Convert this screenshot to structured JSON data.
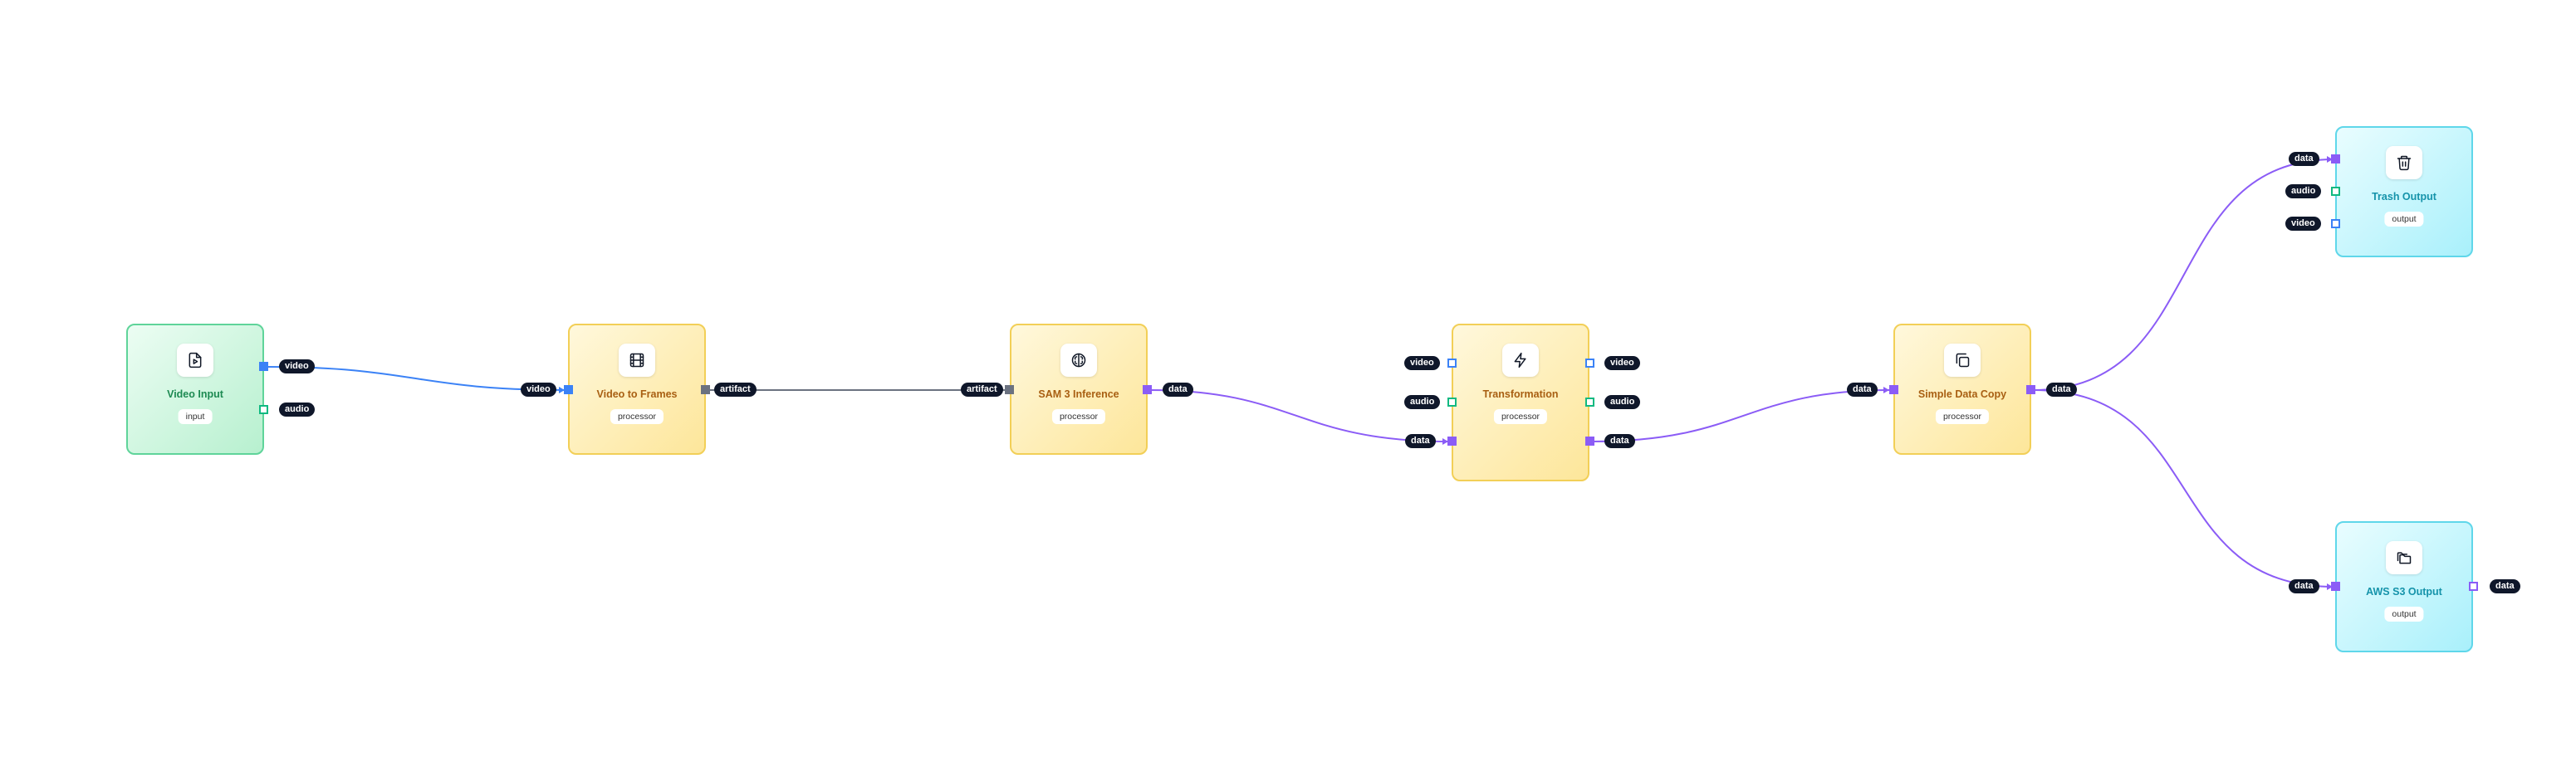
{
  "colors": {
    "video": "#3b82f6",
    "audio": "#10b981",
    "data": "#8b5cf6",
    "artifact": "#6b7280",
    "input_accent": "#5fd49a",
    "processor_accent": "#f2cf57",
    "output_accent": "#5fd7ea"
  },
  "nodes": {
    "video_input": {
      "title": "Video Input",
      "badge": "input",
      "icon": "file-video-icon",
      "ports": {
        "video": "video",
        "audio": "audio"
      }
    },
    "video_to_frames": {
      "title": "Video to Frames",
      "badge": "processor",
      "icon": "film-icon",
      "ports": {
        "video": "video",
        "artifact": "artifact"
      }
    },
    "sam3": {
      "title": "SAM 3 Inference",
      "badge": "processor",
      "icon": "brain-icon",
      "ports": {
        "artifact": "artifact",
        "data": "data"
      }
    },
    "transformation": {
      "title": "Transformation",
      "badge": "processor",
      "icon": "lightning-icon",
      "ports": {
        "in_video": "video",
        "in_audio": "audio",
        "in_data": "data",
        "out_video": "video",
        "out_audio": "audio",
        "out_data": "data"
      }
    },
    "simple_copy": {
      "title": "Simple Data Copy",
      "badge": "processor",
      "icon": "copy-icon",
      "ports": {
        "in_data": "data",
        "out_data": "data"
      }
    },
    "trash_output": {
      "title": "Trash Output",
      "badge": "output",
      "icon": "trash-icon",
      "ports": {
        "data": "data",
        "audio": "audio",
        "video": "video"
      }
    },
    "s3_output": {
      "title": "AWS S3 Output",
      "badge": "output",
      "icon": "folders-icon",
      "ports": {
        "in_data": "data",
        "out_data": "data"
      }
    }
  },
  "edges": [
    {
      "from": "video_input.video",
      "to": "video_to_frames.video",
      "type": "video"
    },
    {
      "from": "video_to_frames.artifact",
      "to": "sam3.artifact",
      "type": "artifact"
    },
    {
      "from": "sam3.data",
      "to": "transformation.in_data",
      "type": "data"
    },
    {
      "from": "transformation.out_data",
      "to": "simple_copy.in_data",
      "type": "data"
    },
    {
      "from": "simple_copy.out_data",
      "to": "trash_output.data",
      "type": "data"
    },
    {
      "from": "simple_copy.out_data",
      "to": "s3_output.in_data",
      "type": "data"
    }
  ]
}
